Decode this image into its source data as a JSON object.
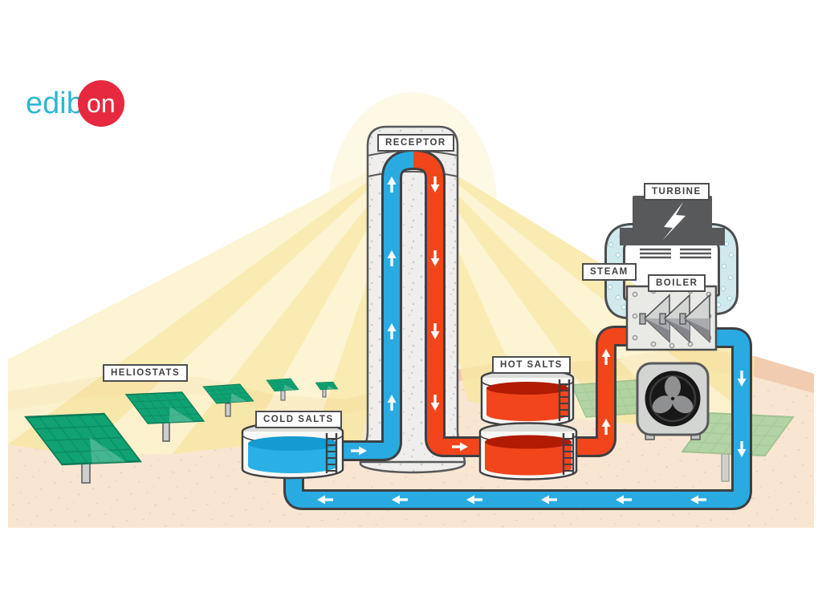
{
  "logo": {
    "prefix": "edib",
    "suffix": "on"
  },
  "labels": {
    "heliostats": "HELIOSTATS",
    "receptor": "RECEPTOR",
    "cold_salts": "COLD SALTS",
    "hot_salts": "HOT SALTS",
    "steam": "STEAM",
    "turbine": "TURBINE",
    "boiler": "BOILER"
  },
  "colors": {
    "cold_loop": "#29abe2",
    "hot_loop": "#f2451c",
    "hot_liquid_dark": "#b01b02",
    "cold_liquid_dark": "#159ad2",
    "steam_pipe": "#cfe9ed",
    "heliostat_green": "#10a273",
    "sand": "#f9e6d2",
    "hills": "#f1ccb0",
    "ray_yellow": "#f8e8a4",
    "logo_red": "#e6293e",
    "logo_cyan": "#2eb6d4",
    "outline_dark": "#414042"
  },
  "icons": {
    "turbine": "lightning-icon",
    "cooling": "fan-icon",
    "tanks": "ladder-icon",
    "flow": "flow-arrow"
  }
}
